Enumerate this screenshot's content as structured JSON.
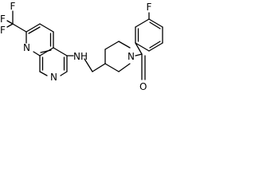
{
  "molecule": {
    "atoms": {
      "f_top": "F",
      "f_left_top": "F",
      "f_left_bottom": "F",
      "n_quinoline": "N",
      "n_pyridine": "N",
      "nh": "NH",
      "n_piperidine": "N",
      "o_carbonyl": "O",
      "f_para": "F"
    }
  },
  "colors": {
    "bond": "#000000",
    "text": "#000000",
    "background": "#ffffff"
  }
}
